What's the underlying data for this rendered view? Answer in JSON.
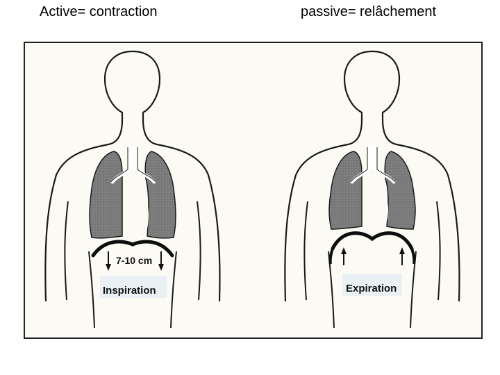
{
  "headings": {
    "left": "Active= contraction",
    "right": "passive= relâchement"
  },
  "left_panel": {
    "phase_label": "Inspiration",
    "displacement_label": "7-10 cm",
    "arrow_direction": "down"
  },
  "right_panel": {
    "phase_label": "Expiration",
    "arrow_direction": "up"
  },
  "colors": {
    "lung_fill": "#7a7a7a",
    "outline": "#1a1a1a",
    "background": "#fbfaf5",
    "label_box": "#e8eef4"
  }
}
